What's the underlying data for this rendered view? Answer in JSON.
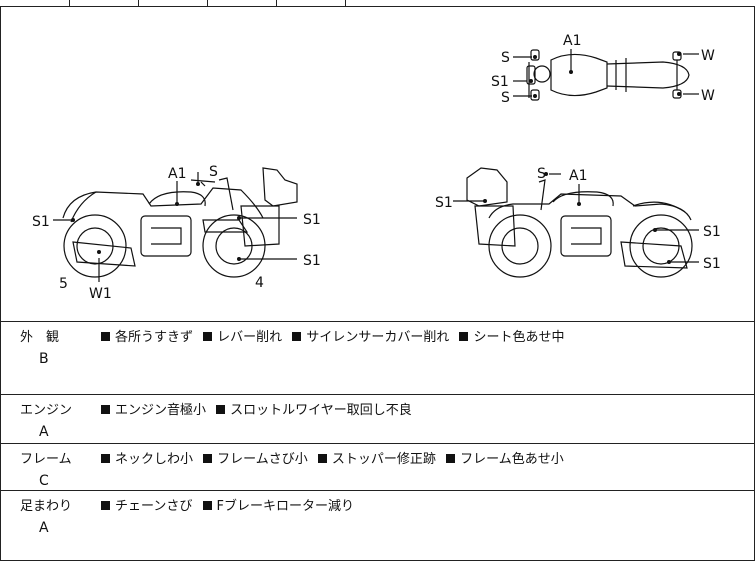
{
  "diagram": {
    "top_view": {
      "A1": "A1",
      "S_upper": "S",
      "S1": "S1",
      "S_lower": "S",
      "W_upper": "W",
      "W_lower": "W"
    },
    "left_view": {
      "A1": "A1",
      "S": "S",
      "S1_left": "S1",
      "S1_mid": "S1",
      "S1_low": "S1",
      "num5": "5",
      "W1": "W1",
      "num4": "4"
    },
    "right_view": {
      "S": "S",
      "A1": "A1",
      "S1_left": "S1",
      "S1_right_upper": "S1",
      "S1_right_lower": "S1"
    }
  },
  "rows": [
    {
      "category": "外　観",
      "grade": "B",
      "items": [
        "各所うすきず",
        "レバー削れ",
        "サイレンサーカバー削れ",
        "シート色あせ中"
      ]
    },
    {
      "category": "エンジン",
      "grade": "A",
      "items": [
        "エンジン音極小",
        "スロットルワイヤー取回し不良"
      ]
    },
    {
      "category": "フレーム",
      "grade": "C",
      "items": [
        "ネックしわ小",
        "フレームさび小",
        "ストッパー修正跡",
        "フレーム色あせ小"
      ]
    },
    {
      "category": "足まわり",
      "grade": "A",
      "items": [
        "チェーンさび",
        "Fブレーキローター減り"
      ]
    }
  ]
}
